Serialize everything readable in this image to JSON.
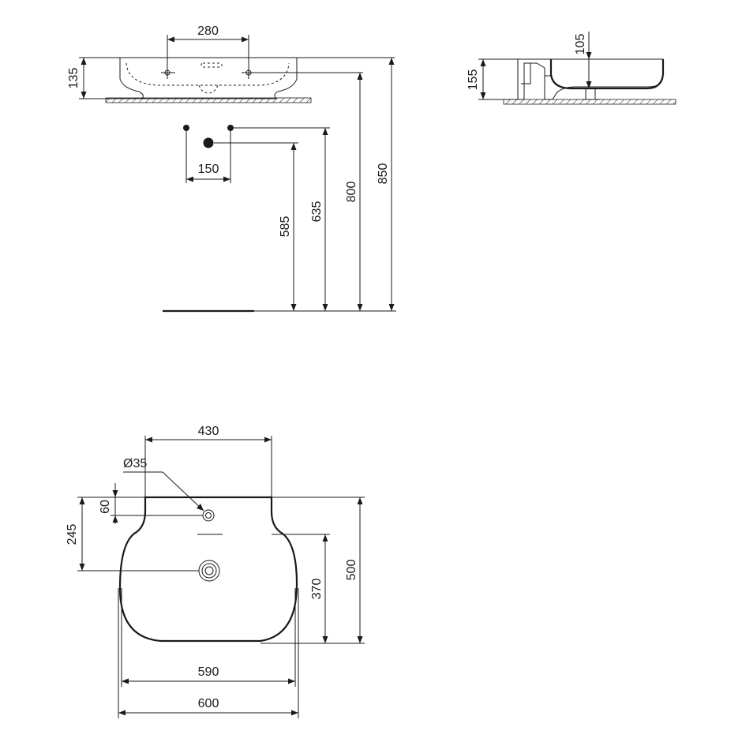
{
  "front_view": {
    "tap_spacing": "280",
    "basin_height": "135",
    "connection_spacing": "150",
    "height_585": "585",
    "height_635": "635",
    "height_800": "800",
    "height_850": "850"
  },
  "side_view": {
    "bowl_depth": "105",
    "overall_height": "155"
  },
  "top_view": {
    "tap_centre_width": "430",
    "tap_hole_diameter": "Ø35",
    "tap_hole_offset": "60",
    "waste_offset": "245",
    "bowl_length": "370",
    "overall_depth": "500",
    "bowl_width": "590",
    "overall_width": "600"
  },
  "colors": {
    "line": "#1a1a1a",
    "background": "#ffffff"
  }
}
